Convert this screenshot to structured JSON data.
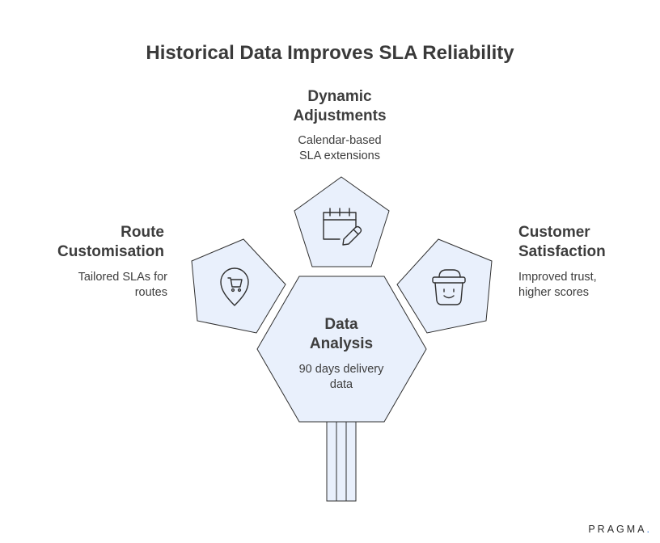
{
  "title": "Historical Data Improves SLA Reliability",
  "nodes": {
    "top": {
      "heading_line1": "Dynamic",
      "heading_line2": "Adjustments",
      "desc_line1": "Calendar-based",
      "desc_line2": "SLA extensions",
      "icon": "calendar-edit-icon"
    },
    "left": {
      "heading_line1": "Route",
      "heading_line2": "Customisation",
      "desc_line1": "Tailored SLAs for",
      "desc_line2": "routes",
      "icon": "location-cart-icon"
    },
    "right": {
      "heading_line1": "Customer",
      "heading_line2": "Satisfaction",
      "desc_line1": "Improved trust,",
      "desc_line2": "higher scores",
      "icon": "smiling-basket-icon"
    },
    "center": {
      "heading_line1": "Data",
      "heading_line2": "Analysis",
      "desc_line1": "90 days delivery",
      "desc_line2": "data"
    }
  },
  "brand": {
    "name": "PRAGMA",
    "dot": "."
  },
  "colors": {
    "shape_fill": "#e9f0fc",
    "shape_stroke": "#2f2f2f",
    "text": "#3d3d3d",
    "brand_dot": "#3a7bd5"
  }
}
